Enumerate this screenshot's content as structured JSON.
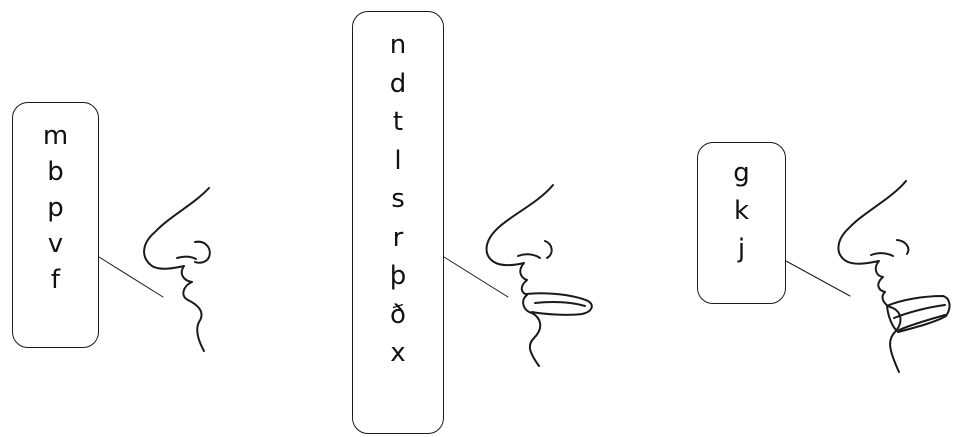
{
  "groups": [
    {
      "letters": [
        "m",
        "b",
        "p",
        "v",
        "f"
      ]
    },
    {
      "letters": [
        "n",
        "d",
        "t",
        "l",
        "s",
        "r",
        "þ",
        "ð",
        "x"
      ]
    },
    {
      "letters": [
        "g",
        "k",
        "j"
      ]
    }
  ],
  "colors": {
    "ink": "#1a1a1a",
    "background": "#ffffff"
  }
}
